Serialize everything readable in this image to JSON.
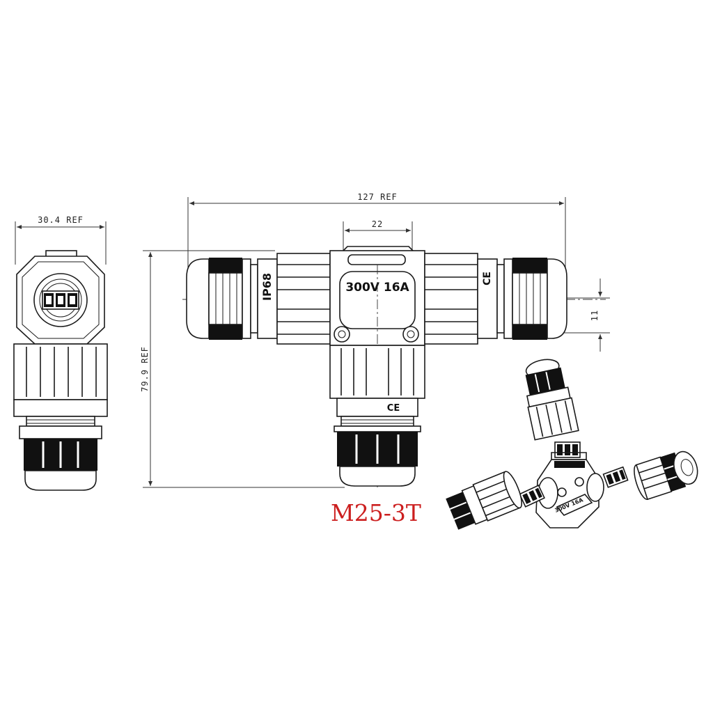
{
  "model_label": "M25-3T",
  "dimensions": {
    "overall_length": "127 REF",
    "center_width": "22",
    "height": "79.9 REF",
    "side_width": "30.4 REF",
    "small_gap": "11"
  },
  "markings": {
    "rating": "300V 16A",
    "ingress": "IP68",
    "cert": "CE",
    "iso_rating": "300V 16A"
  },
  "colors": {
    "model_label": "#cc1f1f",
    "line": "#1a1a1a"
  }
}
